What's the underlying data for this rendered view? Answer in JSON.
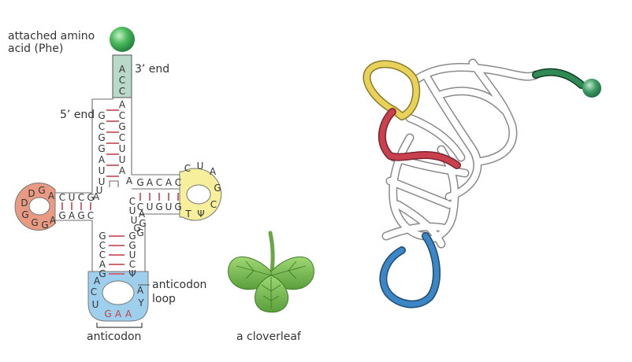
{
  "labels": {
    "amino_line1": "attached amino",
    "amino_line2": "acid (Phe)",
    "three_end": "3’ end",
    "five_end": "5’ end",
    "anticodon_loop_line1": "anticodon",
    "anticodon_loop_line2": "loop",
    "anticodon": "anticodon",
    "cloverleaf": "a cloverleaf"
  },
  "nucleotides": {
    "acceptor_3": [
      "A",
      "C",
      "C",
      "A",
      "C",
      "G",
      "C",
      "U",
      "U",
      "A",
      "A"
    ],
    "acceptor_5": [
      "G",
      "C",
      "G",
      "G",
      "A",
      "U",
      "U",
      "U",
      "A"
    ],
    "d_top": [
      "C",
      "U",
      "C",
      "G"
    ],
    "d_bottom": [
      "G",
      "A",
      "G",
      "C"
    ],
    "d_loop": [
      "A",
      "G",
      "D",
      "D",
      "G",
      "G",
      "G",
      "A"
    ],
    "t_top": [
      "G",
      "A",
      "C",
      "A",
      "C"
    ],
    "t_bottom": [
      "C",
      "U",
      "G",
      "U",
      "G"
    ],
    "t_loop": [
      "C",
      "U",
      "A",
      "G",
      "C",
      "Ψ",
      "T"
    ],
    "variable": [
      "A",
      "G",
      "G"
    ],
    "ac_left": [
      "G",
      "C",
      "C",
      "A",
      "G"
    ],
    "ac_right": [
      "G",
      "G",
      "U",
      "C",
      "Ψ"
    ],
    "ac_loop_left": [
      "A",
      "C",
      "U"
    ],
    "ac_loop_right": [
      "A",
      "Y"
    ],
    "anticodon_bases": [
      "G",
      "A",
      "A"
    ],
    "cuug": [
      "C",
      "U",
      "U",
      "G"
    ]
  },
  "colors": {
    "acceptor_stem": "#b9d9c9",
    "d_loop": "#e89a82",
    "t_loop": "#f7ef9b",
    "anticodon_loop": "#9ed0ee",
    "pair_line": "#cc6b72",
    "amino_sphere": "#3daa55",
    "leaf": "#7fc45a",
    "ribbon_red": "#c9414e",
    "ribbon_blue": "#3d86c6",
    "ribbon_yellow": "#e8d25a",
    "ribbon_green": "#2f8a55"
  },
  "icons": {
    "amino_acid": "green-sphere-icon",
    "cloverleaf": "three-leaf-clover-icon"
  }
}
